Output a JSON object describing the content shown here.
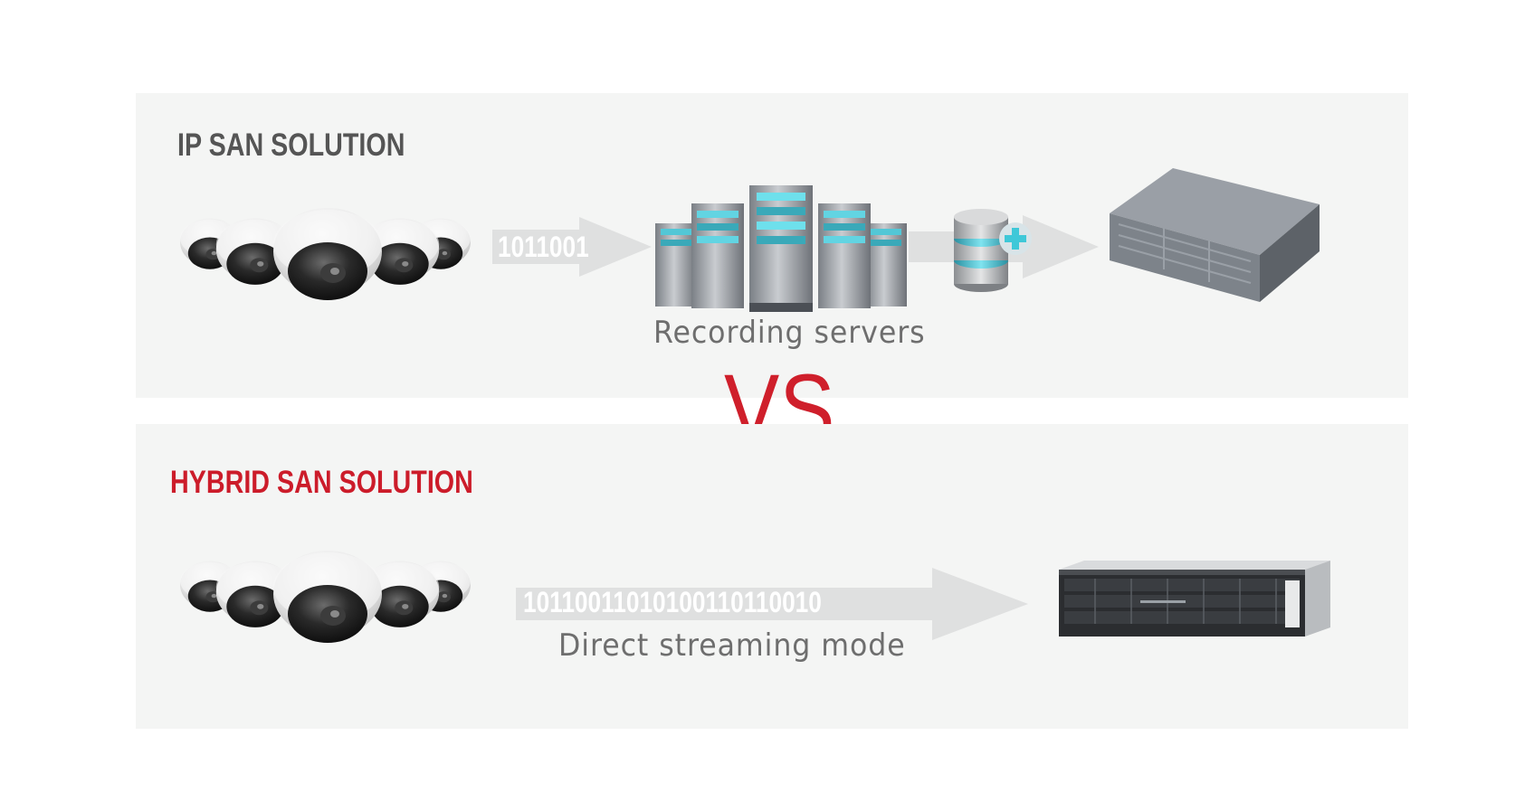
{
  "ip_san": {
    "title": "IP SAN SOLUTION",
    "bits": "1011001",
    "caption": "Recording servers",
    "icons": [
      "dome-camera-group-icon",
      "server-rack-icon",
      "database-add-icon",
      "storage-array-icon"
    ]
  },
  "vs_label": "VS",
  "hybrid_san": {
    "title": "HYBRID SAN SOLUTION",
    "bits": "10110011010100110110010",
    "caption": "Direct streaming mode",
    "icons": [
      "dome-camera-group-icon",
      "hybrid-storage-icon"
    ]
  },
  "colors": {
    "panel": "#f4f5f4",
    "title_gray": "#555555",
    "title_red": "#cc1c2a",
    "vs_red": "#cf1f2b",
    "arrow": "#dfe0e0",
    "caption": "#6e6e6e",
    "teal_accent": "#3ec8d8"
  }
}
